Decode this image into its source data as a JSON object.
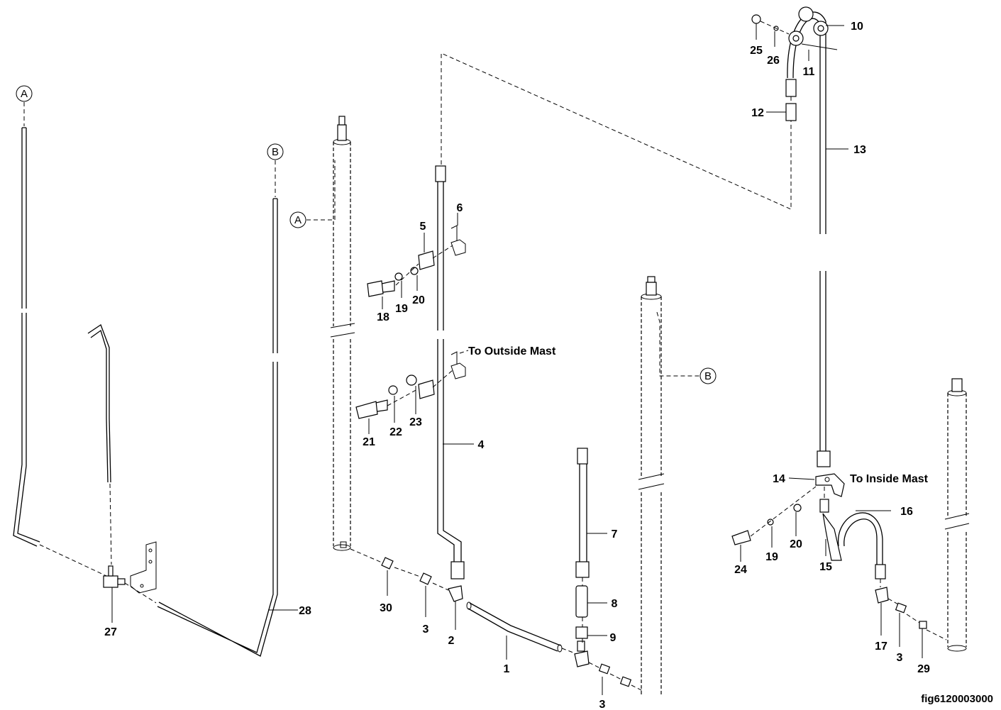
{
  "figure_id": "fig6120003000",
  "connectors": {
    "a": "A",
    "b": "B"
  },
  "notes": {
    "outside_mast": "To Outside Mast",
    "inside_mast": "To  Inside Mast"
  },
  "callouts": {
    "c1": "1",
    "c2": "2",
    "c3a": "3",
    "c3b": "3",
    "c3c": "3",
    "c4": "4",
    "c5": "5",
    "c6": "6",
    "c7": "7",
    "c8": "8",
    "c9": "9",
    "c10": "10",
    "c11": "11",
    "c12": "12",
    "c13": "13",
    "c14": "14",
    "c15": "15",
    "c16": "16",
    "c17": "17",
    "c18": "18",
    "c19a": "19",
    "c19b": "19",
    "c20a": "20",
    "c20b": "20",
    "c21": "21",
    "c22": "22",
    "c23": "23",
    "c24": "24",
    "c25": "25",
    "c26": "26",
    "c27": "27",
    "c28": "28",
    "c29": "29",
    "c30": "30"
  }
}
